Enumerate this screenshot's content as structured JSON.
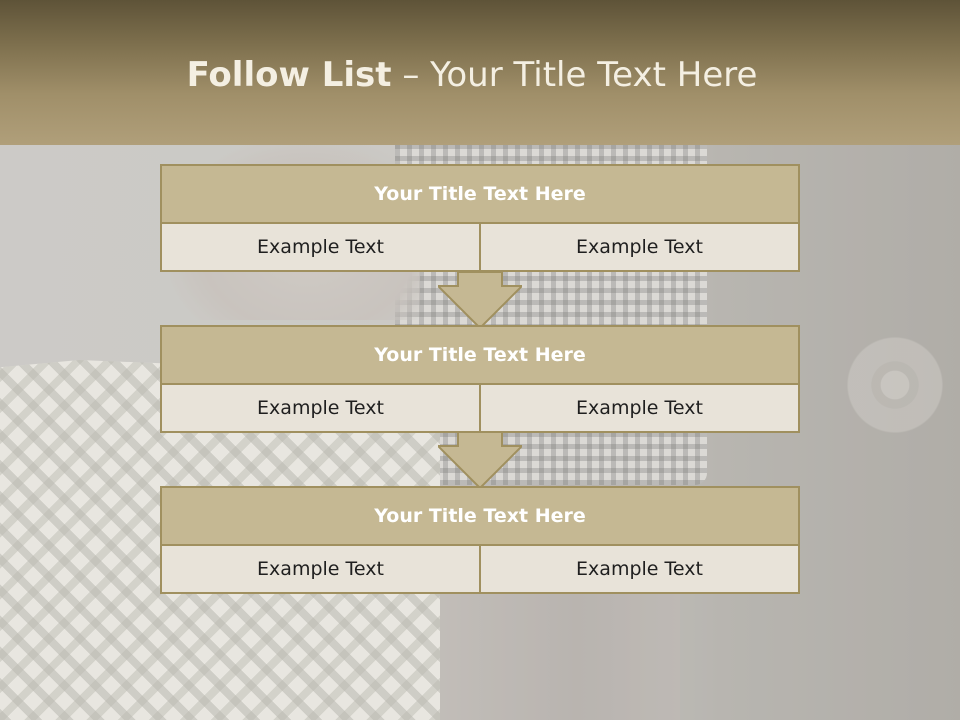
{
  "slide": {
    "title_bold": "Follow List",
    "title_rest": " – Your Title Text Here"
  },
  "list": [
    {
      "title": "Your Title Text Here",
      "left": "Example Text",
      "right": "Example Text"
    },
    {
      "title": "Your Title Text Here",
      "left": "Example Text",
      "right": "Example Text"
    },
    {
      "title": "Your Title Text Here",
      "left": "Example Text",
      "right": "Example Text"
    }
  ],
  "colors": {
    "accent": "#a0905f",
    "title_fill": "#c5b893",
    "cell_fill": "#e8e3d9"
  }
}
